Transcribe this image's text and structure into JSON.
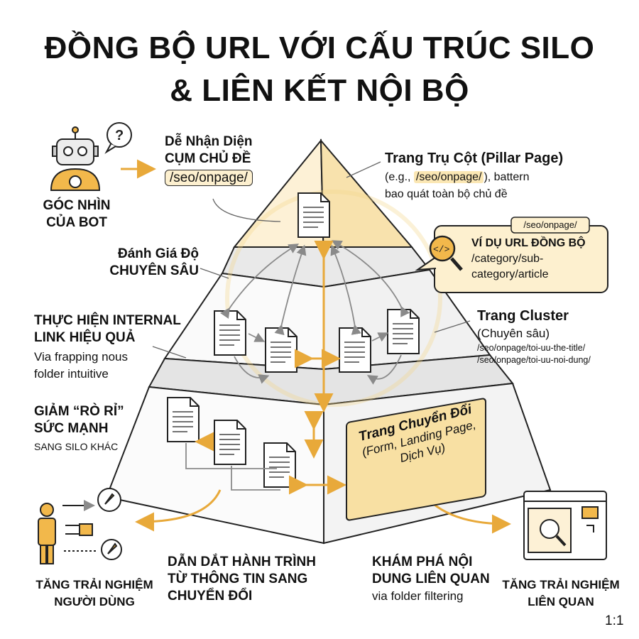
{
  "title": {
    "line1": "ĐỒNG BỘ URL VỚI CẤU TRÚC SILO",
    "line2": "& LIÊN KẾT NỘI BỘ"
  },
  "bot": {
    "label1": "GÓC NHÌN",
    "label2": "CỦA BOT",
    "icon": "robot-icon"
  },
  "cluster_identify": {
    "line1": "Dễ Nhận Diện",
    "line2": "CỤM CHỦ ĐỀ",
    "url": "/seo/onpage/"
  },
  "pillar": {
    "title": "Trang Trụ Cột (Pillar Page)",
    "desc_prefix": "(e.g., ",
    "desc_url": "/seo/onpage/",
    "desc_suffix": "), battern",
    "desc_line2": "bao quát toàn bộ chủ đề"
  },
  "url_example": {
    "tag": "/seo/onpage/",
    "title": "VÍ DỤ URL ĐỒNG BỘ",
    "line1": "/category/sub-",
    "line2": "category/article"
  },
  "depth": {
    "line1": "Đánh Giá Độ",
    "line2": "CHUYÊN SÂU"
  },
  "internal_link": {
    "line1": "THỰC HIỆN INTERNAL",
    "line2": "LINK HIỆU QUẢ",
    "desc1": "Via frapping nous",
    "desc2": "folder intuitive"
  },
  "cluster": {
    "title": "Trang Cluster",
    "subtitle": "(Chuyên sâu)",
    "url1": "/seo/onpage/toi-uu-the-title/",
    "url2": "/seo/onpage/toi-uu-noi-dung/"
  },
  "leak": {
    "line1": "GIẢM “RÒ RỈ”",
    "line2": "SỨC MẠNH",
    "desc": "SANG SILO KHÁC"
  },
  "conversion": {
    "title": "Trang Chuyển Đổi",
    "sub1": "(Form, Landing Page,",
    "sub2": "Dịch Vụ)"
  },
  "journey": {
    "line1": "DẪN DẮT HÀNH TRÌNH",
    "line2": "TỪ THÔNG TIN SANG",
    "line3": "CHUYỂN ĐỔI"
  },
  "discover": {
    "line1": "KHÁM PHÁ NỘI",
    "line2": "DUNG LIÊN QUAN",
    "desc": "via folder filtering"
  },
  "ux_user": {
    "line1": "TĂNG TRẢI NGHIỆM",
    "line2": "NGƯỜI DÙNG"
  },
  "ux_related": {
    "line1": "TĂNG TRẢI NGHIỆM",
    "line2": "LIÊN QUAN"
  },
  "ratio": "1:1",
  "colors": {
    "accent": "#f2b84b",
    "accent_light": "#fbe7b4",
    "pillar_fill": "#fdf1d6",
    "line": "#222222",
    "arrow_gray": "#8a8a8a"
  }
}
